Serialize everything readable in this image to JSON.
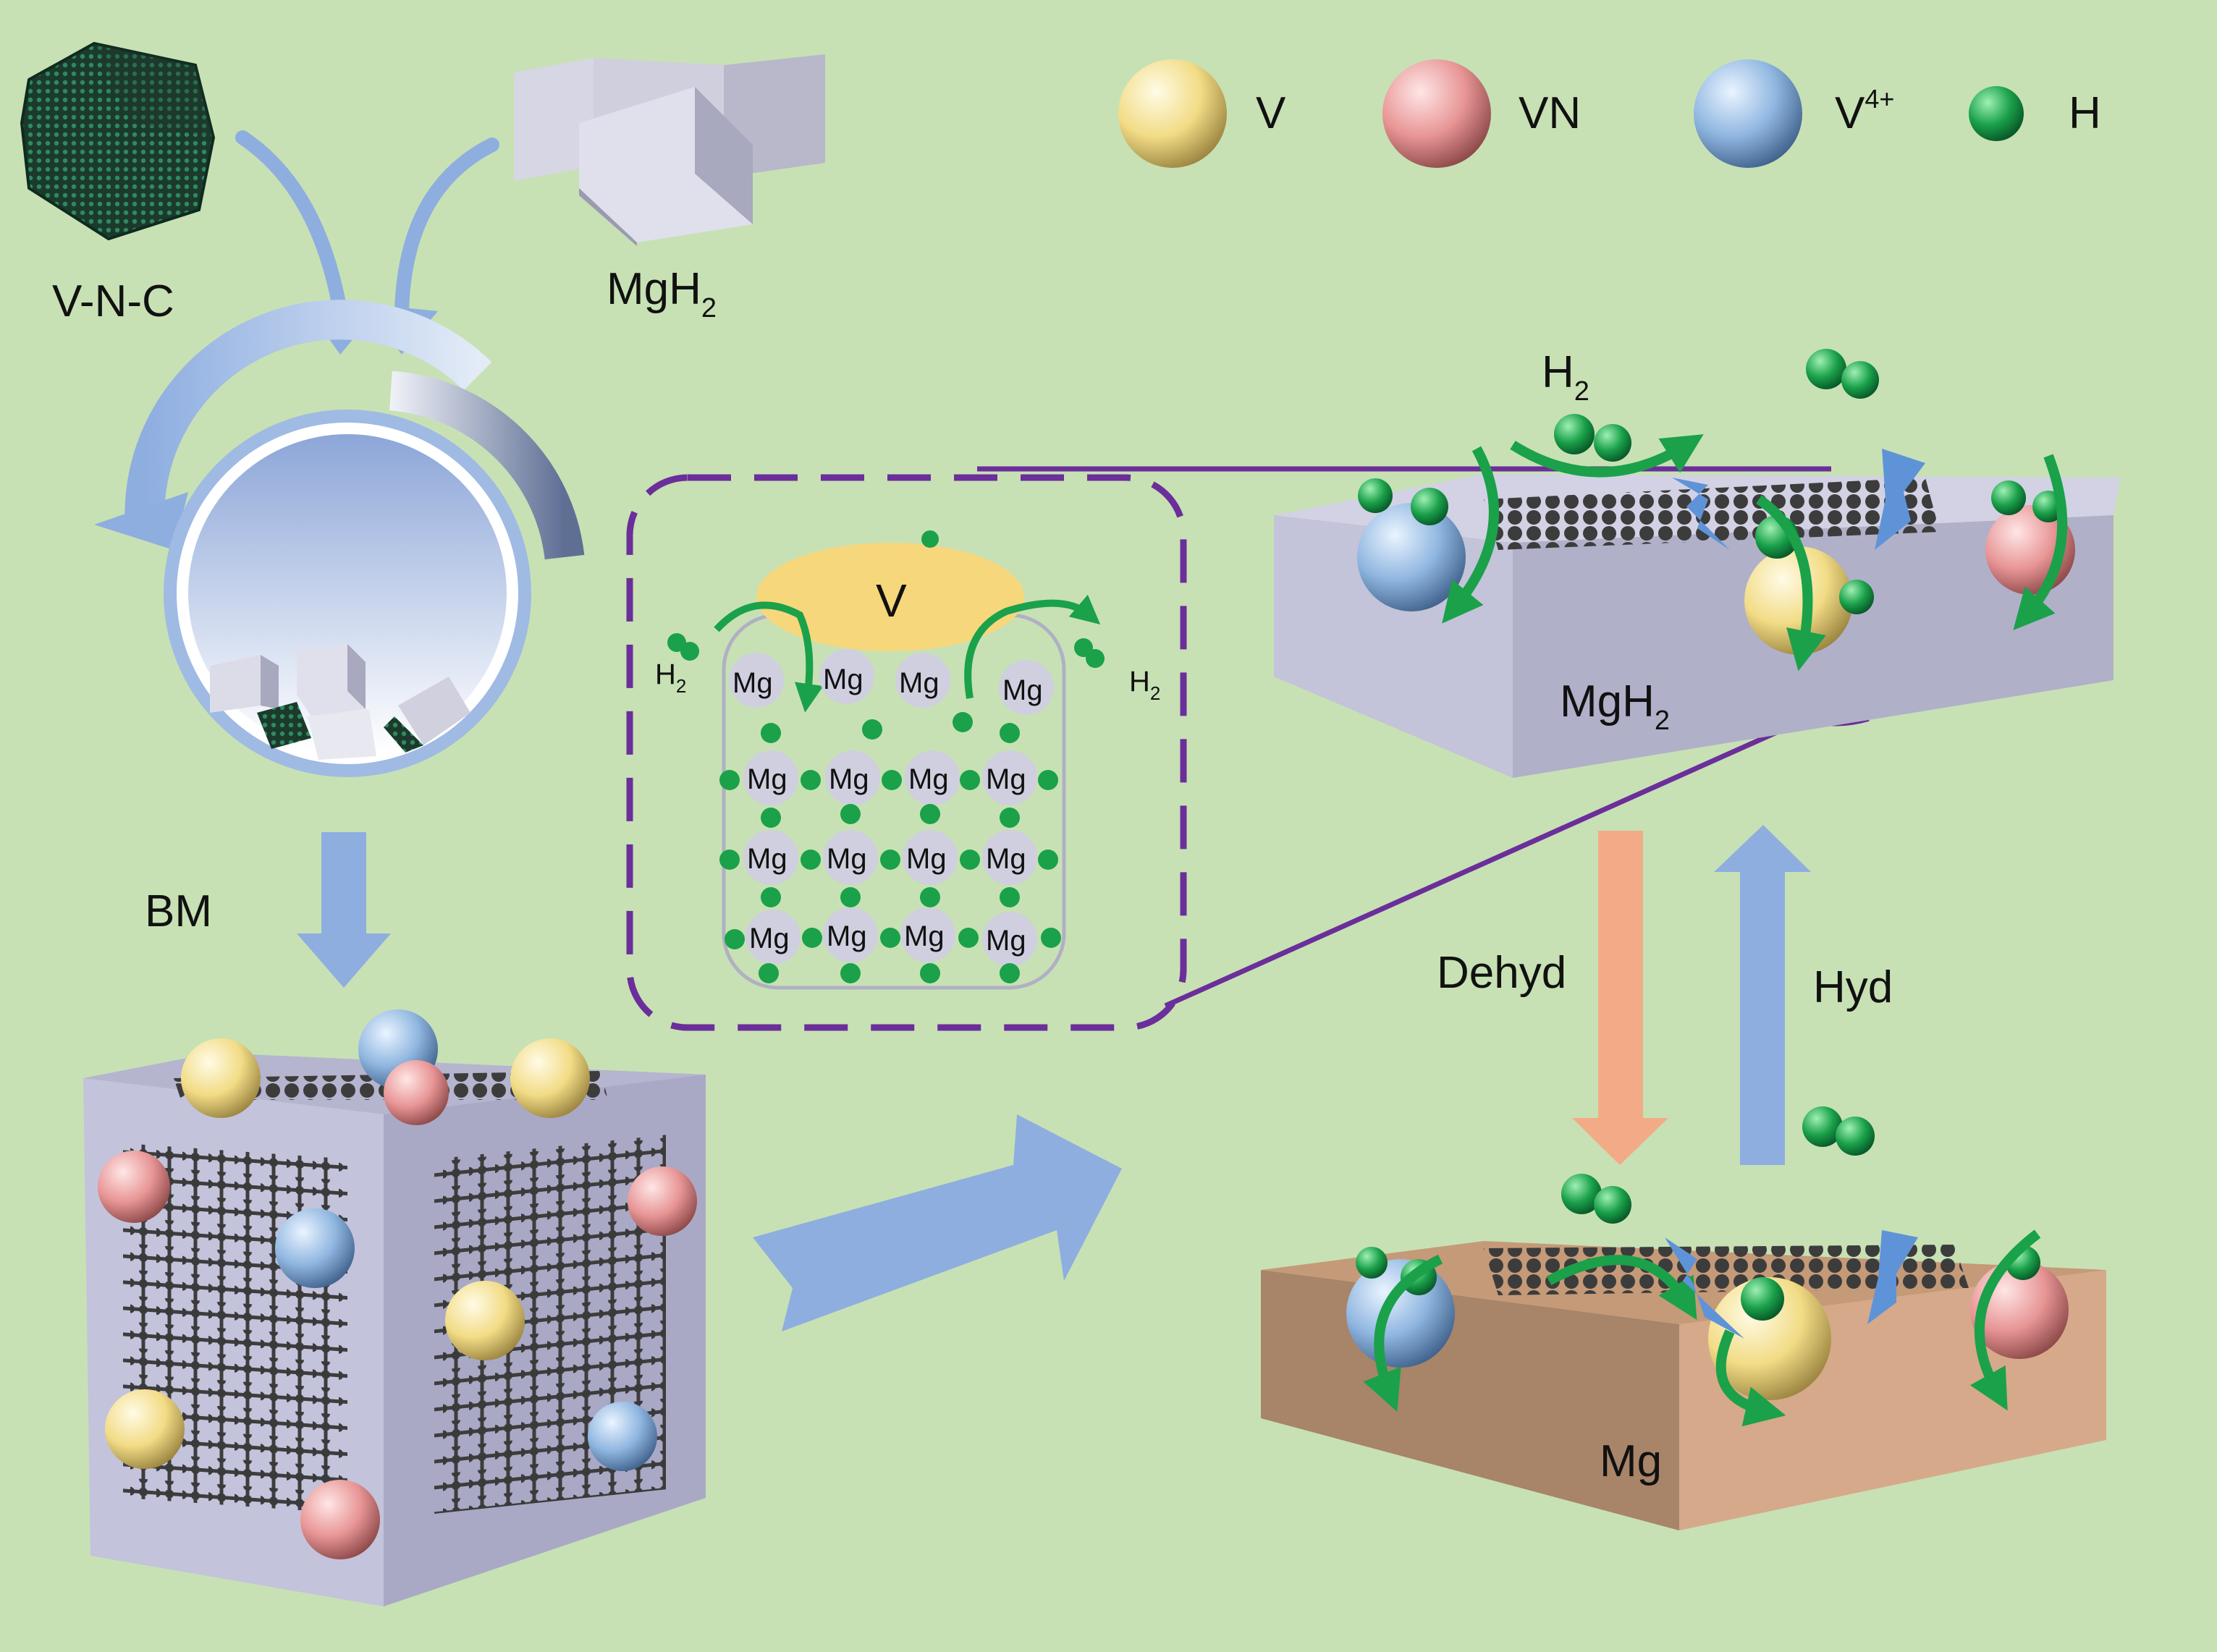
{
  "legend": [
    {
      "label": "V",
      "color": "#f2dc86"
    },
    {
      "label": "VN",
      "color": "#e89595"
    },
    {
      "label": "V",
      "sup": "4+",
      "color": "#8fb6e0"
    },
    {
      "label": "H",
      "color": "#1aa14a"
    }
  ],
  "inputs": {
    "vnc_label": "V-N-C",
    "mgh2_label": "MgH",
    "mgh2_sub": "2"
  },
  "process": {
    "bm_label": "BM",
    "dehyd_label": "Dehyd",
    "hyd_label": "Hyd"
  },
  "inset": {
    "v_label": "V",
    "h2_left": "H",
    "h2_left_sub": "2",
    "h2_right": "H",
    "h2_right_sub": "2",
    "mg_label": "Mg"
  },
  "upper_slab": {
    "label": "MgH",
    "sub": "2",
    "h2_label": "H",
    "h2_sub": "2"
  },
  "lower_slab": {
    "label": "Mg"
  },
  "colors": {
    "background": "#c7e1b4",
    "v": "#f2dc86",
    "vn": "#e89595",
    "v4": "#8fb6e0",
    "h": "#1aa14a",
    "mgh2_slab": "#c9c9df",
    "mg_slab": "#d6a98a",
    "arrow_blue": "#8eaee0",
    "arrow_orange": "#f2ab86",
    "dashed": "#6b2e9a"
  }
}
